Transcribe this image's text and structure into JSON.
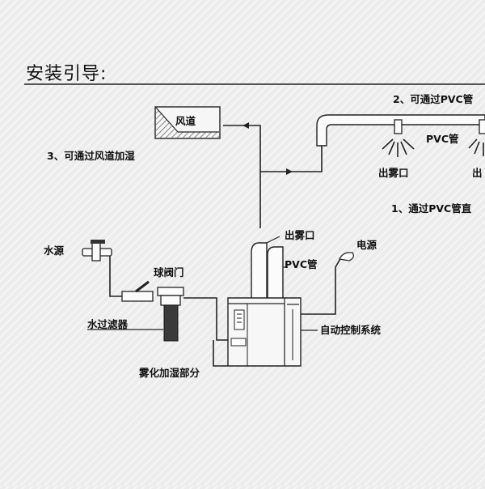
{
  "heading": "安装引导:",
  "labels": {
    "air_duct": "风道",
    "method_1": "1、通过PVC管直",
    "method_2": "2、可通过PVC管",
    "method_3": "3、可通过风道加湿",
    "pvc_pipe_top": "PVC管",
    "mist_outlet_left": "出雾口",
    "mist_outlet_right": "出",
    "mist_outlet_machine": "出雾口",
    "pvc_pipe_machine": "PVC管",
    "power_source": "电源",
    "water_source": "水源",
    "ball_valve": "球阀门",
    "water_filter": "水过滤器",
    "auto_control": "自动控制系统",
    "humidifier_section": "雾化加湿部分"
  },
  "colors": {
    "line": "#222222",
    "background": "#ececec",
    "hatch": "#555555"
  }
}
